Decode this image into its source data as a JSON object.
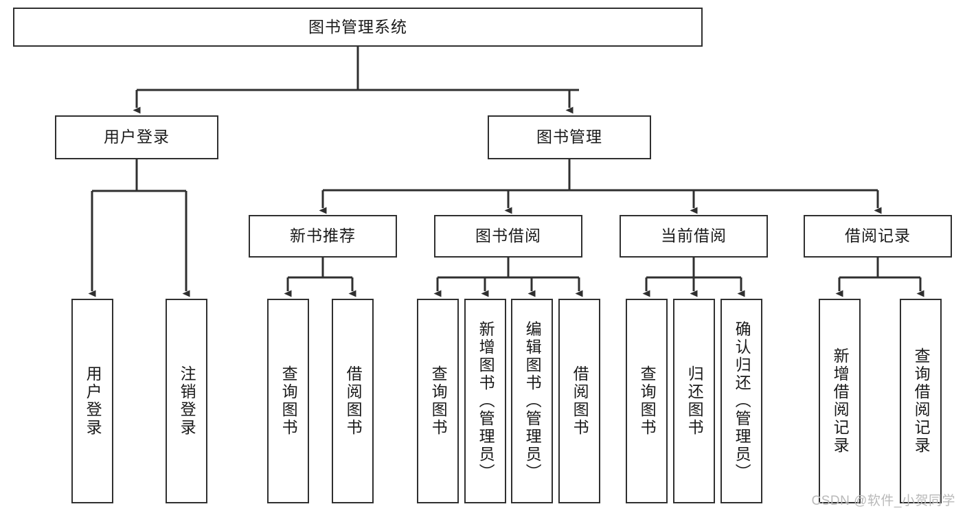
{
  "diagram": {
    "title": "图书管理系统",
    "type": "hierarchy-tree",
    "orientation": "top-down",
    "colors": {
      "box_border": "#2f2f2f",
      "box_fill": "#ffffff",
      "edge": "#2f2f2f",
      "text": "#1a1a1a",
      "watermark": "#b9b9b9",
      "background": "#ffffff"
    },
    "root": {
      "id": "root",
      "label": "图书管理系统"
    },
    "level2": [
      {
        "id": "user-login",
        "label": "用户登录"
      },
      {
        "id": "book-manage",
        "label": "图书管理"
      }
    ],
    "level3": [
      {
        "id": "new-book-recommend",
        "label": "新书推荐"
      },
      {
        "id": "book-borrow",
        "label": "图书借阅"
      },
      {
        "id": "current-borrow",
        "label": "当前借阅"
      },
      {
        "id": "borrow-record",
        "label": "借阅记录"
      }
    ],
    "leaves": [
      {
        "id": "leaf-user-login",
        "label": "用户登录",
        "parent": "user-login"
      },
      {
        "id": "leaf-user-logout",
        "label": "注销登录",
        "parent": "user-login"
      },
      {
        "id": "leaf-query-book-1",
        "label": "查询图书",
        "parent": "new-book-recommend"
      },
      {
        "id": "leaf-borrow-book-1",
        "label": "借阅图书",
        "parent": "new-book-recommend"
      },
      {
        "id": "leaf-query-book-2",
        "label": "查询图书",
        "parent": "book-borrow"
      },
      {
        "id": "leaf-add-book",
        "label": "新增图书（管理员）",
        "parent": "book-borrow"
      },
      {
        "id": "leaf-edit-book",
        "label": "编辑图书（管理员）",
        "parent": "book-borrow"
      },
      {
        "id": "leaf-borrow-book-2",
        "label": "借阅图书",
        "parent": "book-borrow"
      },
      {
        "id": "leaf-query-book-3",
        "label": "查询图书",
        "parent": "current-borrow"
      },
      {
        "id": "leaf-return-book",
        "label": "归还图书",
        "parent": "current-borrow"
      },
      {
        "id": "leaf-confirm-return",
        "label": "确认归还（管理员）",
        "parent": "current-borrow"
      },
      {
        "id": "leaf-add-record",
        "label": "新增借阅记录",
        "parent": "borrow-record"
      },
      {
        "id": "leaf-query-record",
        "label": "查询借阅记录",
        "parent": "borrow-record"
      }
    ],
    "watermark": "CSDN @软件_小贺同学"
  }
}
